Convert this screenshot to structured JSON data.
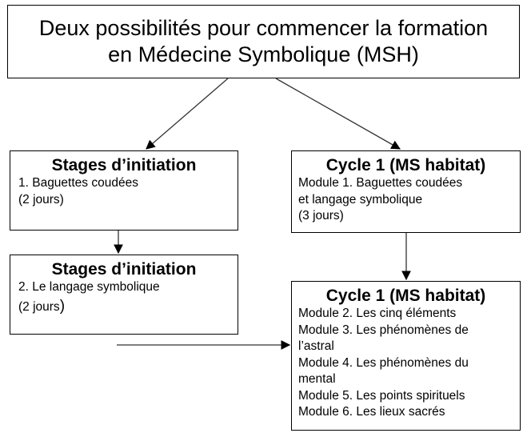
{
  "title": {
    "line1": "Deux possibilités pour commencer la formation",
    "line2": "en Médecine Symbolique (MSH)"
  },
  "stage1": {
    "heading": "Stages d’initiation",
    "lines": [
      "1. Baguettes coudées",
      "(2 jours)"
    ]
  },
  "stage2": {
    "heading": "Stages d’initiation",
    "lines": [
      "2. Le langage symbolique",
      "(2 jours",
      ")"
    ]
  },
  "cycle1a": {
    "heading": "Cycle 1 (MS habitat)",
    "lines": [
      "Module 1. Baguettes coudées",
      "et langage symbolique",
      "(3 jours)"
    ]
  },
  "cycle1b": {
    "heading": "Cycle 1 (MS habitat)",
    "lines": [
      "Module 2. Les cinq éléments",
      "Module 3. Les phénomènes de",
      "l’astral",
      "Module 4. Les phénomènes du",
      "mental",
      "Module 5. Les points spirituels",
      "Module 6. Les lieux sacrés"
    ]
  },
  "colors": {
    "line": "#333333",
    "border": "#000000",
    "background": "#ffffff"
  }
}
